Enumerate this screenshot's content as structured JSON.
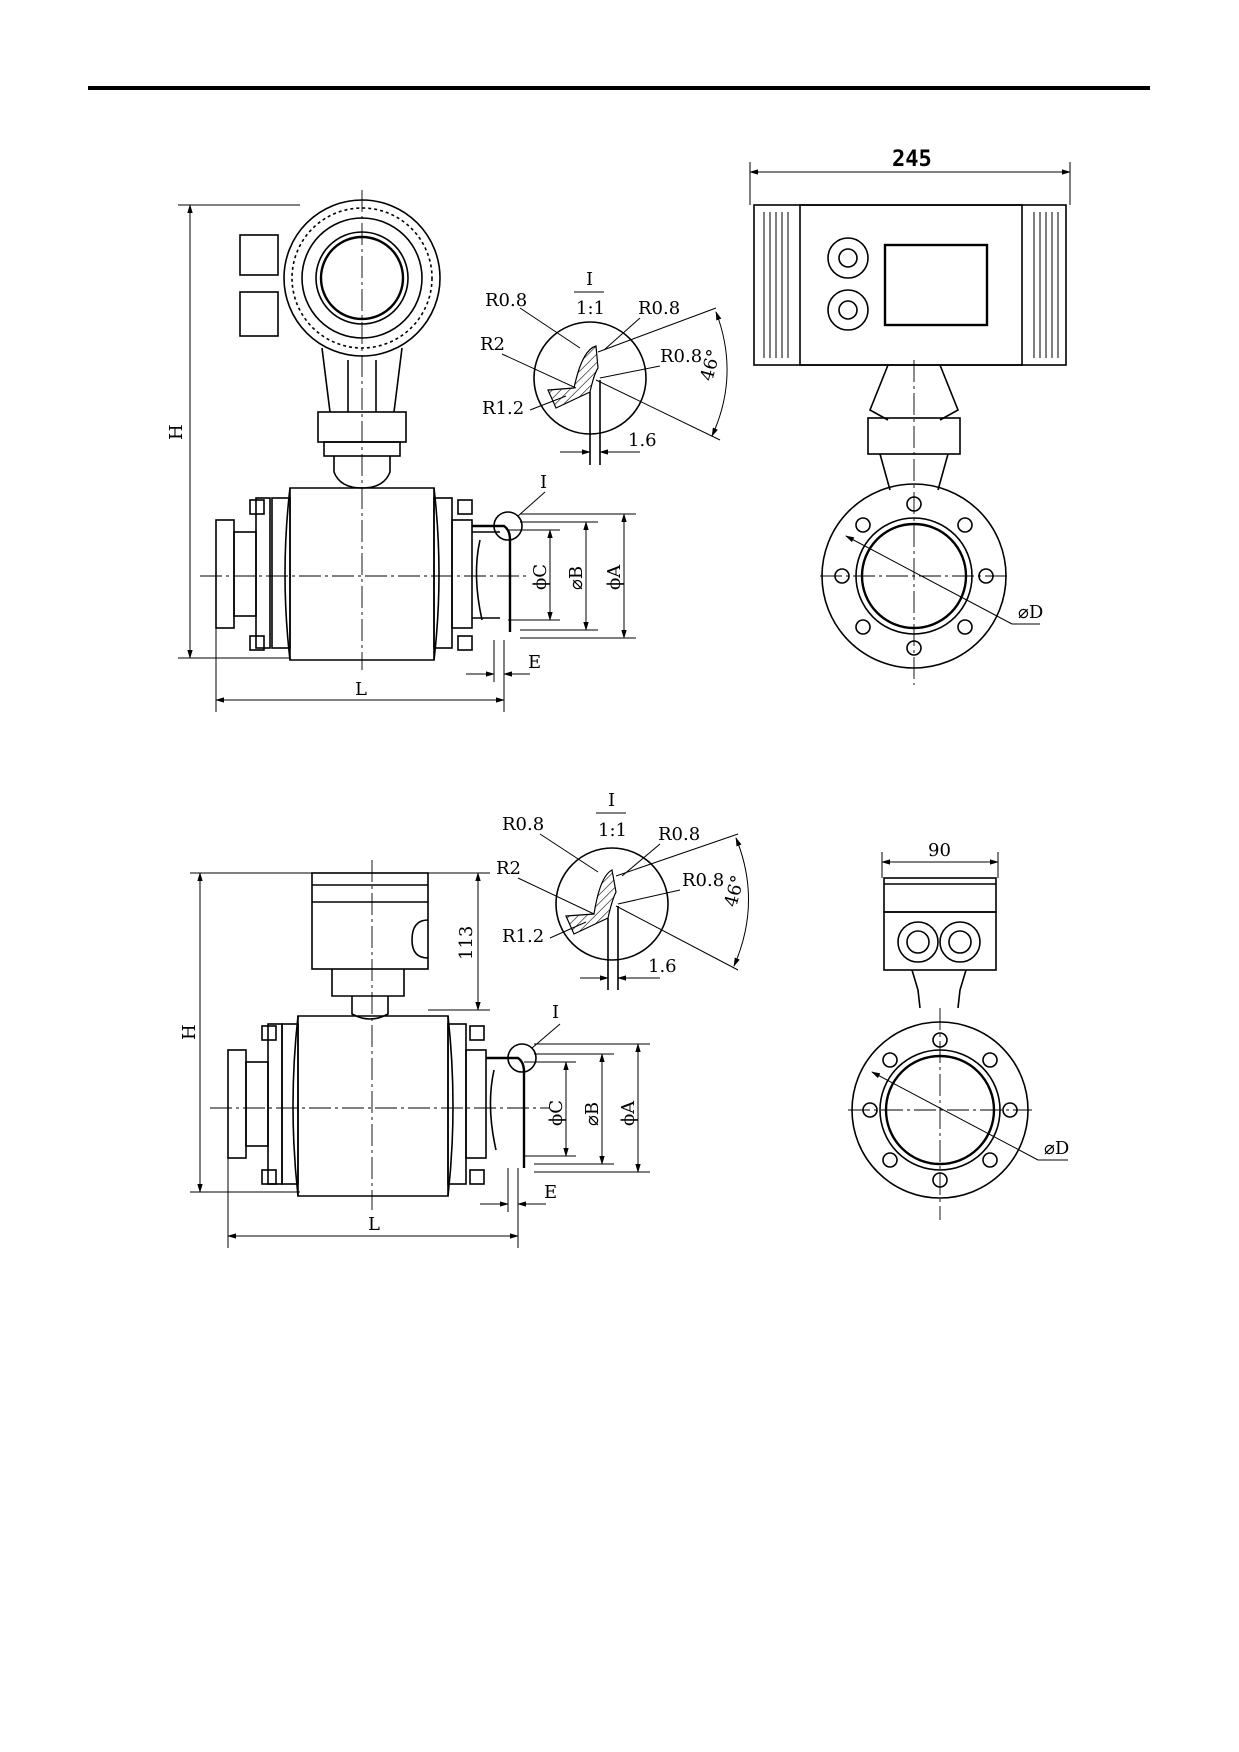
{
  "labels": {
    "detail_marker": "I",
    "detail_scale": "1:1",
    "r08": "R0.8",
    "r2": "R2",
    "r12": "R1.2",
    "angle": "46°",
    "thickness": "1.6",
    "width_top": "245",
    "width_bottom": "90",
    "height_box": "113",
    "H": "H",
    "L": "L",
    "E": "E",
    "phiA": "ϕA",
    "phiB": "⌀B",
    "phiC": "ϕC",
    "phiD": "⌀D"
  }
}
